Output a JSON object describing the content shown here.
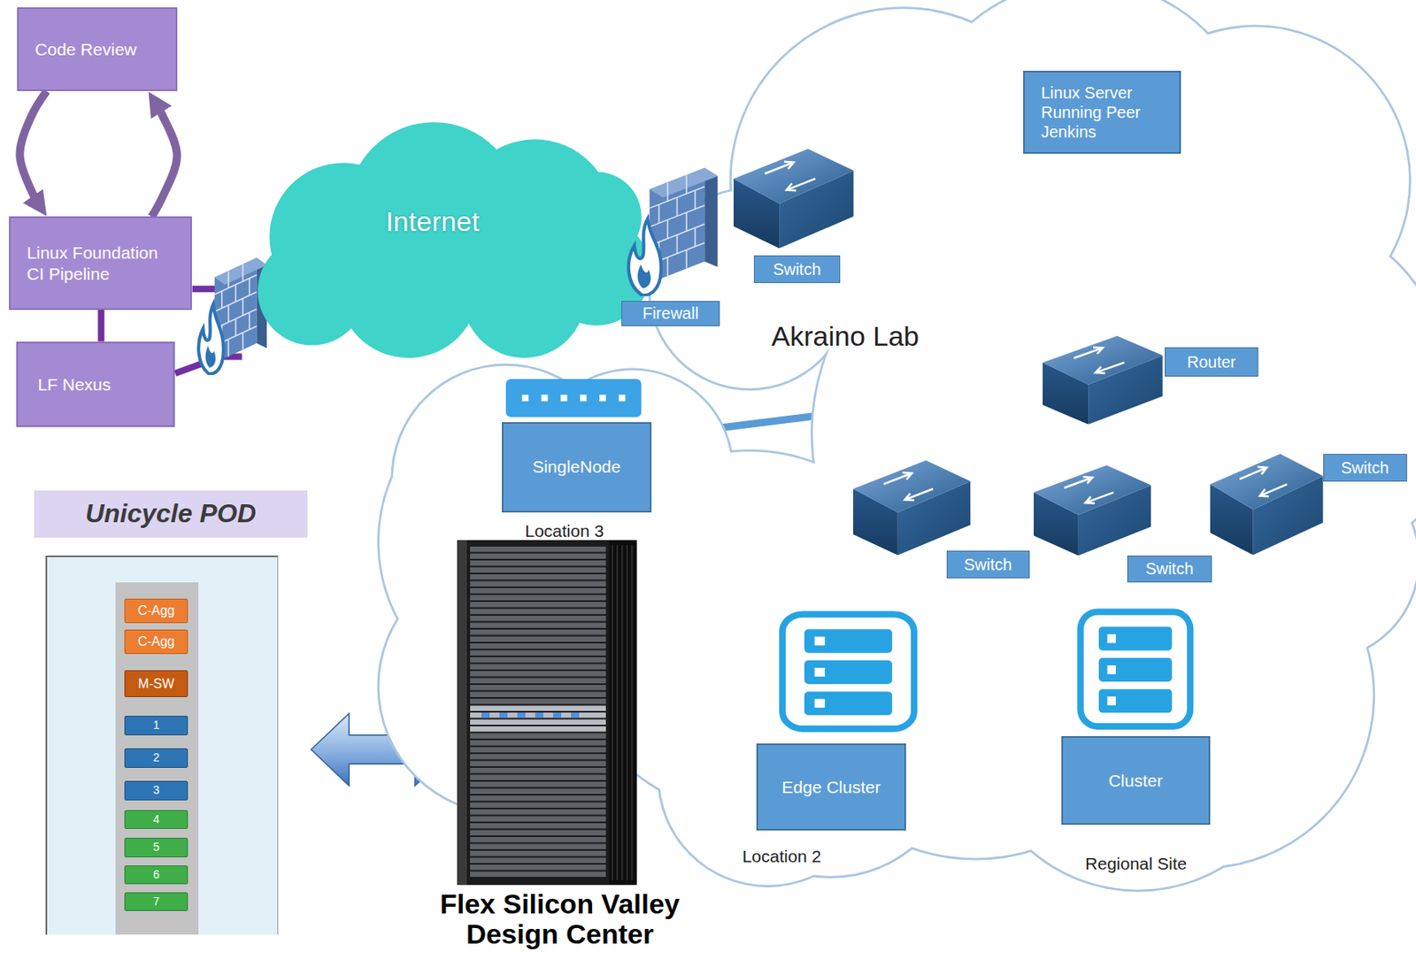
{
  "diagram": {
    "nodes": [
      {
        "text": [
          "Code Review"
        ]
      },
      {
        "text": [
          "Linux Foundation CI Pipeline"
        ]
      },
      {
        "text": [
          "LF Nexus"
        ]
      },
      {
        "text": [
          "Internet"
        ]
      },
      {
        "text": [
          "Akraino Lab"
        ]
      },
      {
        "text": [
          "Firewall"
        ],
        "in": 4
      },
      {
        "text": [
          "Switch"
        ],
        "in": 4
      },
      {
        "text": [
          "Linux Server Running Peer Jenkins"
        ],
        "in": 4
      },
      {
        "text": [
          "Router"
        ],
        "in": 4
      },
      {
        "text": [
          "SingleNode",
          "Location 3"
        ],
        "in": 4
      },
      {
        "text": [
          "Switch"
        ],
        "in": 4
      },
      {
        "text": [
          "Switch"
        ],
        "in": 4
      },
      {
        "text": [
          "Switch"
        ],
        "in": 4
      },
      {
        "text": [
          "Edge Cluster",
          "Location 2"
        ],
        "in": 4
      },
      {
        "text": [
          "Cluster",
          "Regional Site"
        ],
        "in": 4
      },
      {
        "text": [
          "Unicycle POD"
        ]
      },
      {
        "text": [
          "C-Agg"
        ],
        "in": 15
      },
      {
        "text": [
          "C-Agg"
        ],
        "in": 15
      },
      {
        "text": [
          "M-SW"
        ],
        "in": 15
      },
      {
        "text": [
          "1"
        ],
        "in": 15
      },
      {
        "text": [
          "2"
        ],
        "in": 15
      },
      {
        "text": [
          "3"
        ],
        "in": 15
      },
      {
        "text": [
          "4"
        ],
        "in": 15
      },
      {
        "text": [
          "5"
        ],
        "in": 15
      },
      {
        "text": [
          "6"
        ],
        "in": 15
      },
      {
        "text": [
          "7"
        ],
        "in": 15
      },
      {
        "text": [
          "Flex Silicon Valley Design Center"
        ]
      }
    ],
    "edges": [
      {
        "from": 0,
        "to": 1,
        "arrow": "to"
      },
      {
        "from": 1,
        "to": 0,
        "arrow": "to"
      },
      {
        "from": 1,
        "to": 2,
        "arrow": "none"
      },
      {
        "from": 1,
        "to": 3,
        "arrow": "none"
      },
      {
        "from": 2,
        "to": 3,
        "arrow": "none"
      },
      {
        "from": 5,
        "to": 6,
        "arrow": "none"
      },
      {
        "from": 6,
        "to": 7,
        "arrow": "none"
      },
      {
        "from": 7,
        "to": 8,
        "arrow": "none"
      },
      {
        "from": 8,
        "to": 9,
        "arrow": "none"
      },
      {
        "from": 8,
        "to": 26,
        "arrow": "none"
      },
      {
        "from": 8,
        "to": 10,
        "arrow": "none"
      },
      {
        "from": 8,
        "to": 11,
        "arrow": "none"
      },
      {
        "from": 8,
        "to": 12,
        "arrow": "none"
      },
      {
        "from": 10,
        "to": 13,
        "arrow": "none"
      },
      {
        "from": 11,
        "to": 14,
        "arrow": "none"
      },
      {
        "from": 12,
        "to": 14,
        "arrow": "none"
      },
      {
        "from": 15,
        "to": 26,
        "arrow": "both"
      }
    ]
  }
}
